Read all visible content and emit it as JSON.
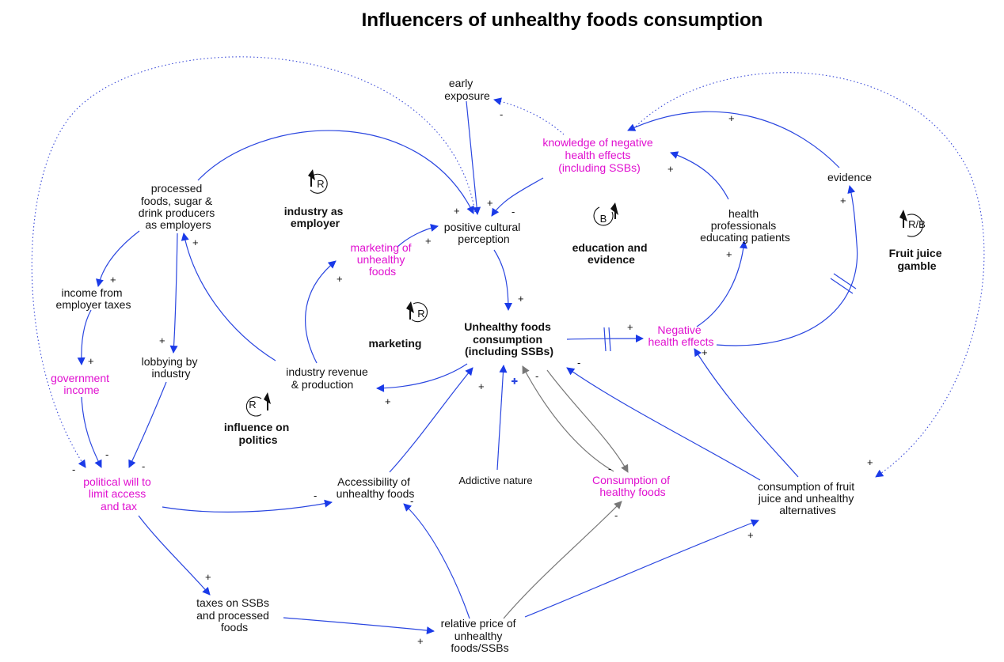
{
  "title": "Influencers of unhealthy foods consumption",
  "colors": {
    "arrow": "#2a46e0",
    "gray_arrow": "#777777",
    "node_pink": "#e010d0",
    "node_black": "#111111"
  },
  "nodes": {
    "early_exposure": [
      "early",
      "exposure"
    ],
    "knowledge": [
      "knowledge of negative",
      "health effects",
      "(including SSBs)"
    ],
    "evidence": [
      "evidence"
    ],
    "processed_producers": [
      "processed",
      "foods, sugar &",
      "drink producers",
      "as employers"
    ],
    "positive_perception": [
      "positive cultural",
      "perception"
    ],
    "health_professionals": [
      "health",
      "professionals",
      "educating patients"
    ],
    "marketing_unhealthy": [
      "marketing of",
      "unhealthy",
      "foods"
    ],
    "income_taxes": [
      "income from",
      "employer taxes"
    ],
    "unhealthy_consumption": [
      "Unhealthy foods",
      "consumption",
      "(including SSBs)"
    ],
    "negative_effects": [
      "Negative",
      "health effects"
    ],
    "government_income": [
      "government",
      "income"
    ],
    "lobbying": [
      "lobbying by",
      "industry"
    ],
    "industry_revenue": [
      "industry revenue",
      "& production"
    ],
    "political_will": [
      "political will to",
      "limit access",
      "and tax"
    ],
    "accessibility": [
      "Accessibility of",
      "unhealthy foods"
    ],
    "addictive": [
      "Addictive nature"
    ],
    "healthy_consumption": [
      "Consumption of",
      "healthy foods"
    ],
    "fruit_juice_consumption": [
      "consumption of fruit",
      "juice and unhealthy",
      "alternatives"
    ],
    "taxes": [
      "taxes on SSBs",
      "and processed",
      "foods"
    ],
    "relative_price": [
      "relative price of",
      "unhealthy",
      "foods/SSBs"
    ]
  },
  "loops": {
    "industry_employer": {
      "symbol": "R",
      "name": [
        "industry as",
        "employer"
      ]
    },
    "education": {
      "symbol": "B",
      "name": [
        "education and",
        "evidence"
      ]
    },
    "fruit_juice": {
      "symbol": "R/B",
      "name": [
        "Fruit juice",
        "gamble"
      ]
    },
    "marketing": {
      "symbol": "R",
      "name": [
        "marketing"
      ]
    },
    "politics": {
      "symbol": "R",
      "name": [
        "influence on",
        "politics"
      ]
    }
  },
  "signs": {
    "s01": "-",
    "s02": "+",
    "s03": "+",
    "s04": "+",
    "s05": "-",
    "s06": "+",
    "s07": "+",
    "s08": "+",
    "s09": "+",
    "s10": "+",
    "s11": "+",
    "s12": "+",
    "s13": "+",
    "s14": "+",
    "s15": "+",
    "s16": "+",
    "s17": "+",
    "s18": "+",
    "s19": "+",
    "s20": "+",
    "s21": "-",
    "s22": "-",
    "s23": "+",
    "s24": "-",
    "s25": "-",
    "s26": "-",
    "s27": "-",
    "s28": "-",
    "s29": "-",
    "s30": "-",
    "s31": "+",
    "s32": "+",
    "s33": "+",
    "s34": "-",
    "s35": "+",
    "s36": "+"
  }
}
